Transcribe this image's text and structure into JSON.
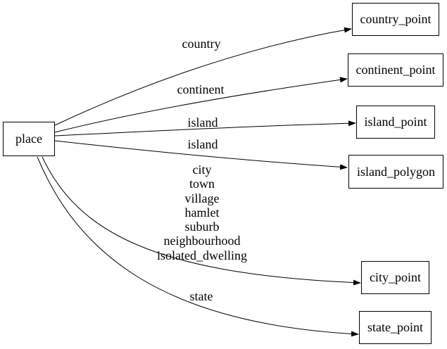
{
  "diagram": {
    "type": "directed-graph",
    "colors": {
      "background": "#ffffff",
      "node_border": "#000000",
      "edge": "#000000",
      "text": "#000000"
    },
    "nodes": [
      {
        "id": "place",
        "label": "place"
      },
      {
        "id": "country_point",
        "label": "country_point"
      },
      {
        "id": "continent_point",
        "label": "continent_point"
      },
      {
        "id": "island_point",
        "label": "island_point"
      },
      {
        "id": "island_polygon",
        "label": "island_polygon"
      },
      {
        "id": "city_point",
        "label": "city_point"
      },
      {
        "id": "state_point",
        "label": "state_point"
      }
    ],
    "edges": [
      {
        "from": "place",
        "to": "country_point",
        "label": "country"
      },
      {
        "from": "place",
        "to": "continent_point",
        "label": "continent"
      },
      {
        "from": "place",
        "to": "island_point",
        "label": "island"
      },
      {
        "from": "place",
        "to": "island_polygon",
        "label": "island"
      },
      {
        "from": "place",
        "to": "city_point",
        "label": "city\ntown\nvillage\nhamlet\nsuburb\nneighbourhood\nisolated_dwelling"
      },
      {
        "from": "place",
        "to": "state_point",
        "label": "state"
      }
    ]
  }
}
